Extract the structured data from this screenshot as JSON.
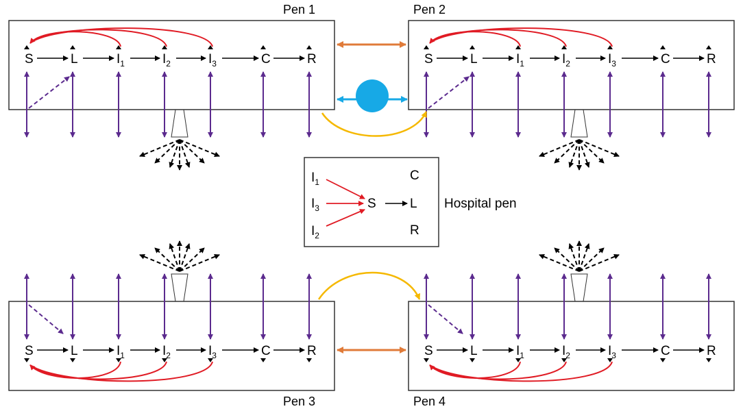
{
  "pens": [
    {
      "label": "Pen 1"
    },
    {
      "label": "Pen 2"
    },
    {
      "label": "Pen 3"
    },
    {
      "label": "Pen 4"
    }
  ],
  "compartments": [
    {
      "main": "S",
      "sub": ""
    },
    {
      "main": "L",
      "sub": ""
    },
    {
      "main": "I",
      "sub": "1"
    },
    {
      "main": "I",
      "sub": "2"
    },
    {
      "main": "I",
      "sub": "3"
    },
    {
      "main": "C",
      "sub": ""
    },
    {
      "main": "R",
      "sub": ""
    }
  ],
  "hospital": {
    "label": "Hospital pen",
    "items": [
      {
        "main": "I",
        "sub": "1"
      },
      {
        "main": "I",
        "sub": "3"
      },
      {
        "main": "I",
        "sub": "2"
      },
      {
        "main": "S",
        "sub": ""
      },
      {
        "main": "L",
        "sub": ""
      },
      {
        "main": "C",
        "sub": ""
      },
      {
        "main": "R",
        "sub": ""
      }
    ]
  },
  "colors": {
    "red": "#e01b24",
    "purple": "#5b2a8e",
    "orange": "#e07b39",
    "blue": "#17a9e6",
    "yellow": "#f5b800",
    "black": "#000000",
    "gray": "#333333"
  }
}
